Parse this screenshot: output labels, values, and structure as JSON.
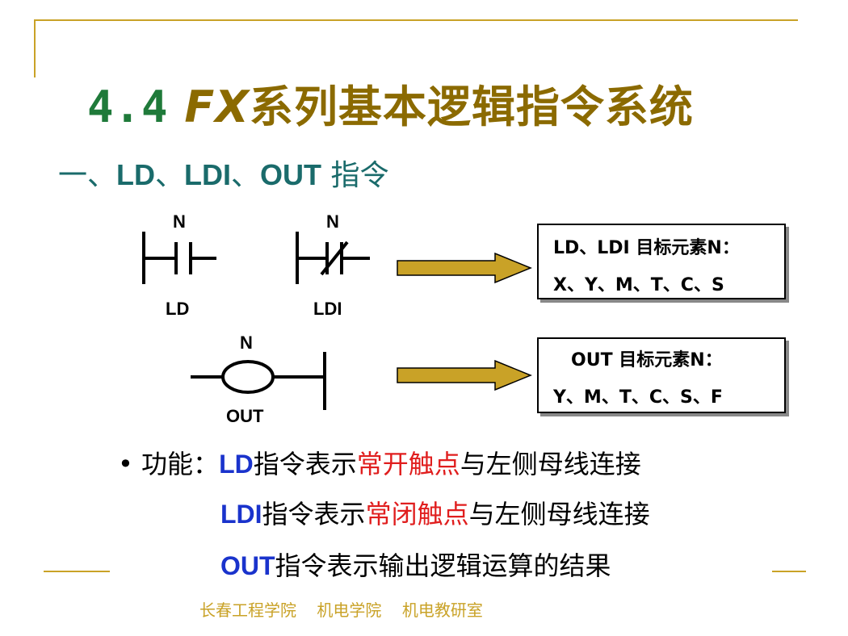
{
  "title": {
    "number": "4.4",
    "fx": "FX",
    "rest": "系列基本逻辑指令系统"
  },
  "subtitle": {
    "prefix": "一、",
    "ld": "LD",
    "sep1": "、",
    "ldi": "LDI",
    "sep2": "、",
    "out": "OUT",
    "suffix": " 指令"
  },
  "diagrams": {
    "ld": {
      "top_label": "N",
      "bottom_label": "LD"
    },
    "ldi": {
      "top_label": "N",
      "bottom_label": "LDI"
    },
    "out": {
      "top_label": "N",
      "bottom_label": "OUT"
    }
  },
  "boxes": {
    "ld_ldi": {
      "line1": "LD、LDI 目标元素N：",
      "line2": "X、Y、M、T、C、S"
    },
    "out": {
      "line1": "OUT  目标元素N：",
      "line2": "Y、M、T、C、S、F"
    }
  },
  "functions": {
    "bullet": "•",
    "prefix": "功能：",
    "line1": {
      "kw": "LD",
      "pre": "指令表示",
      "hl": "常开触点",
      "post": "与左侧母线连接"
    },
    "line2": {
      "kw": "LDI",
      "pre": "指令表示",
      "hl": "常闭触点",
      "post": "与左侧母线连接"
    },
    "line3": {
      "kw": "OUT",
      "pre": "指令表示输出逻辑运算的结果"
    }
  },
  "footer": "长春工程学院    机电学院    机电教研室",
  "colors": {
    "accent_gold": "#c9a227",
    "title_gold": "#8b6a00",
    "title_number_green": "#1f7a3a",
    "subtitle_teal": "#1a6b6b",
    "keyword_blue": "#1a33cc",
    "highlight_red": "#e01e1e",
    "arrow_fill": "#c9a227"
  }
}
